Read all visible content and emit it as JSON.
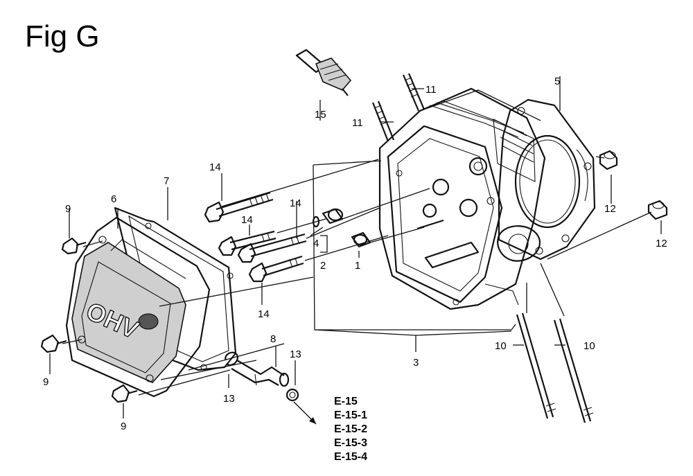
{
  "figure": {
    "title": "Fig G"
  },
  "callouts": [
    "1",
    "2",
    "3",
    "4",
    "5",
    "6",
    "7",
    "8",
    "9",
    "9",
    "9",
    "10",
    "10",
    "11",
    "11",
    "12",
    "12",
    "13",
    "13",
    "14",
    "14",
    "14",
    "14",
    "15"
  ],
  "refs": [
    "E-15",
    "E-15-1",
    "E-15-2",
    "E-15-3",
    "E-15-4"
  ],
  "labels": {
    "cover_lettering": "OHV"
  }
}
